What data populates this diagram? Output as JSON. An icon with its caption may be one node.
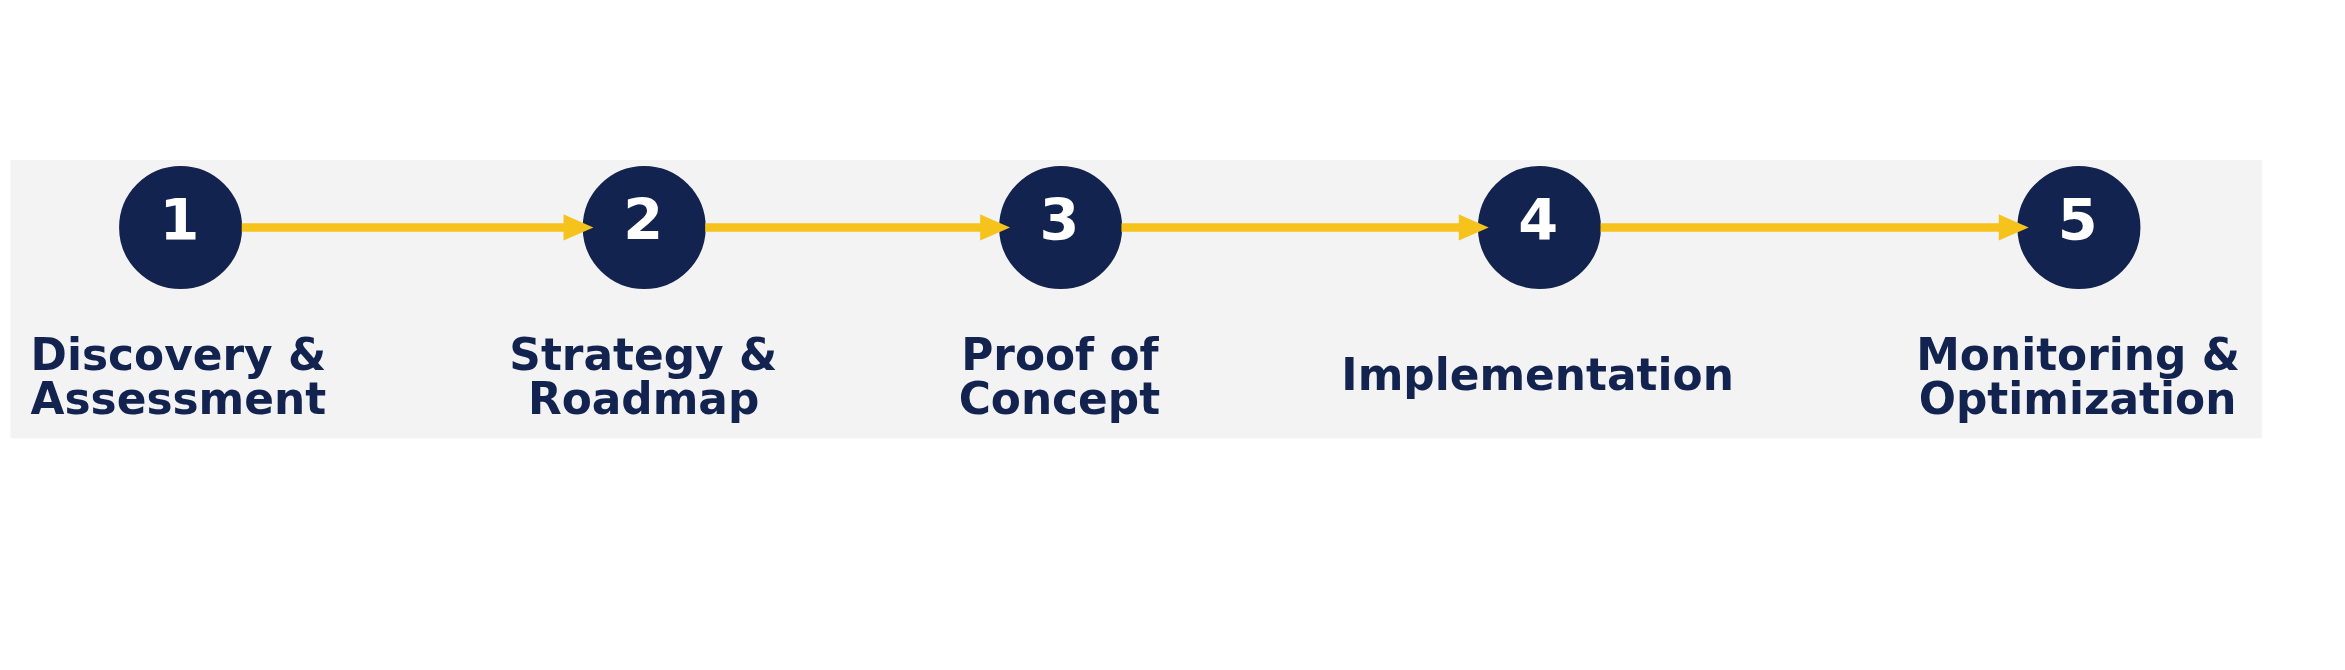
{
  "diagram": {
    "nodes": [
      {
        "text": [
          "1"
        ],
        "beside": [
          "Discovery & Assessment"
        ]
      },
      {
        "text": [
          "2"
        ],
        "beside": [
          "Strategy & Roadmap"
        ]
      },
      {
        "text": [
          "3"
        ],
        "beside": [
          "Proof of Concept"
        ]
      },
      {
        "text": [
          "4"
        ],
        "beside": [
          "Implementation"
        ]
      },
      {
        "text": [
          "5"
        ],
        "beside": [
          "Monitoring & Optimization"
        ]
      }
    ],
    "edges": [
      {
        "from": 0,
        "to": 1,
        "arrow": "to"
      },
      {
        "from": 1,
        "to": 2,
        "arrow": "to"
      },
      {
        "from": 2,
        "to": 3,
        "arrow": "to"
      },
      {
        "from": 3,
        "to": 4,
        "arrow": "to"
      }
    ]
  }
}
